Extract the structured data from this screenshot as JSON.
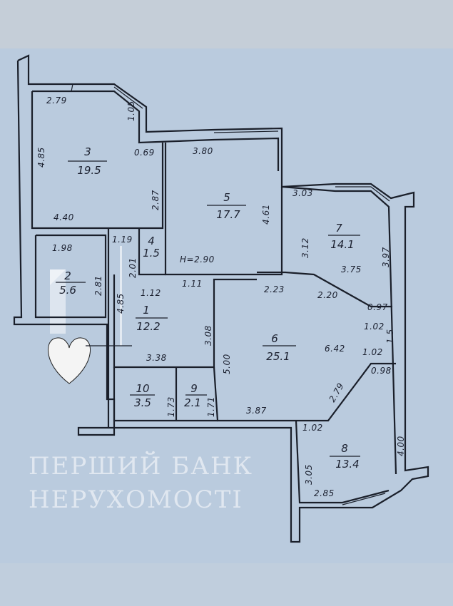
{
  "rooms": [
    {
      "number": "1",
      "area": "12.2"
    },
    {
      "number": "2",
      "area": "5.6"
    },
    {
      "number": "3",
      "area": "19.5"
    },
    {
      "number": "4",
      "area": "1.5"
    },
    {
      "number": "5",
      "area": "17.7"
    },
    {
      "number": "6",
      "area": "25.1"
    },
    {
      "number": "7",
      "area": "14.1"
    },
    {
      "number": "8",
      "area": "13.4"
    },
    {
      "number": "9",
      "area": "2.1"
    },
    {
      "number": "10",
      "area": "3.5"
    }
  ],
  "dimensions": [
    "2.79",
    "1.05",
    "0.69",
    "4.85",
    "2.87",
    "4.40",
    "3.80",
    "4.61",
    "3.03",
    "3.12",
    "3.97",
    "3.75",
    "H=2.90",
    "2.23",
    "2.20",
    "0.97",
    "1.02",
    "1.98",
    "2.81",
    "1.19",
    "2.01",
    "1.11",
    "1.12",
    "4.85",
    "3.08",
    "3.38",
    "5.00",
    "6.42",
    "1.02",
    "1.5",
    "0.98",
    "2.79",
    "3.87",
    "1.73",
    "1.71",
    "1.02",
    "3.05",
    "4.00",
    "2.85"
  ],
  "watermark": {
    "line1": "ПЕРШИЙ БАНК",
    "line2": "НЕРУХОМОСТІ",
    "logo": "1"
  },
  "colors": {
    "paper": "#bacbde",
    "ink": "#1a1f2a"
  }
}
